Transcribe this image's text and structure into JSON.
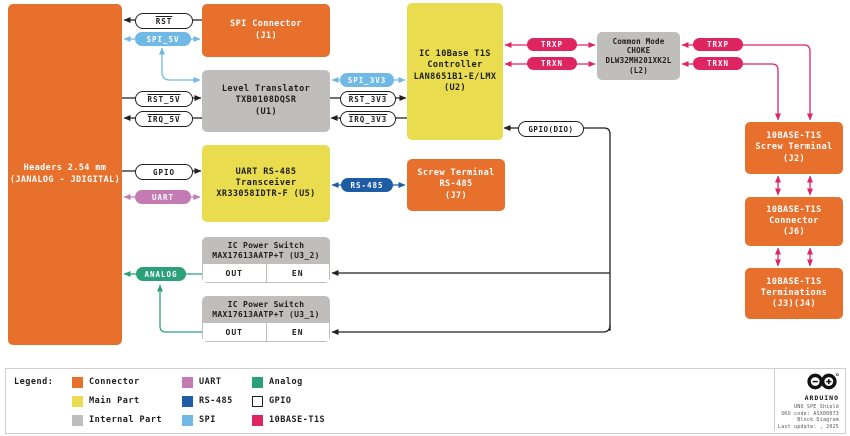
{
  "blocks": {
    "headers": {
      "line1": "Headers 2.54 mm",
      "line2": "(JANALOG - JDIGITAL)"
    },
    "j1": {
      "line1": "SPI Connector",
      "line2": "(J1)"
    },
    "u1": {
      "line1": "Level Translator",
      "line2": "TXB0108DQSR",
      "line3": "(U1)"
    },
    "u2": {
      "line1": "IC 10Base T1S",
      "line2": "Controller",
      "line3": "LAN8651B1-E/LMX",
      "line4": "(U2)"
    },
    "l2": {
      "line1": "Common Mode",
      "line2": "CHOKE",
      "line3": "DLW32MH201XK2L",
      "line4": "(L2)"
    },
    "u5": {
      "line1": "UART RS-485",
      "line2": "Transceiver",
      "line3": "XR33058IDTR-F (U5)"
    },
    "j7": {
      "line1": "Screw Terminal",
      "line2": "RS-485",
      "line3": "(J7)"
    },
    "u3_2": {
      "line1": "IC Power Switch",
      "line2": "MAX17613AATP+T (U3_2)",
      "out": "OUT",
      "en": "EN"
    },
    "u3_1": {
      "line1": "IC Power Switch",
      "line2": "MAX17613AATP+T (U3_1)",
      "out": "OUT",
      "en": "EN"
    },
    "j2": {
      "line1": "10BASE-T1S",
      "line2": "Screw Terminal",
      "line3": "(J2)"
    },
    "j6": {
      "line1": "10BASE-T1S",
      "line2": "Connector",
      "line3": "(J6)"
    },
    "j3j4": {
      "line1": "10BASE-T1S",
      "line2": "Terminations",
      "line3": "(J3)(J4)"
    }
  },
  "signals": {
    "rst": "RST",
    "spi_5v": "SPI_5V",
    "rst_5v": "RST_5V",
    "irq_5v": "IRQ_5V",
    "gpio": "GPIO",
    "uart": "UART",
    "spi_3v3": "SPI_3V3",
    "rst_3v3": "RST_3V3",
    "irq_3v3": "IRQ_3V3",
    "rs485": "RS-485",
    "trxp": "TRXP",
    "trxn": "TRXN",
    "gpio_dio": "GPIO(DIO)",
    "analog": "ANALOG"
  },
  "legend": {
    "title": "Legend:",
    "items": [
      {
        "label": "Connector",
        "color": "#E8702D"
      },
      {
        "label": "Main Part",
        "color": "#E9DD4F"
      },
      {
        "label": "Internal Part",
        "color": "#BFBEBD"
      },
      {
        "label": "UART",
        "color": "#C47AB2"
      },
      {
        "label": "RS-485",
        "color": "#1E5DA6"
      },
      {
        "label": "SPI",
        "color": "#70B8E6"
      },
      {
        "label": "Analog",
        "color": "#2BA07B"
      },
      {
        "label": "GPIO",
        "color": "#FFFFFF"
      },
      {
        "label": "10BASE-T1S",
        "color": "#DF2561"
      }
    ]
  },
  "footer": {
    "brand": "ARDUINO",
    "line1": "UNO SPE Shield",
    "line2": "SKU code: ASX00073",
    "line3": "Block Diagram",
    "line4": "Last update: , 2025"
  },
  "colors": {
    "connector_orange": "#E8702D",
    "main_part_yellow": "#E9DD4F",
    "internal_gray": "#BFBEBD",
    "uart_plum": "#C47AB2",
    "rs485_blue": "#1E5DA6",
    "spi_lightblue": "#70B8E6",
    "analog_green": "#2BA07B",
    "t1s_crimson": "#DF2561",
    "wire_black": "#231F20"
  }
}
